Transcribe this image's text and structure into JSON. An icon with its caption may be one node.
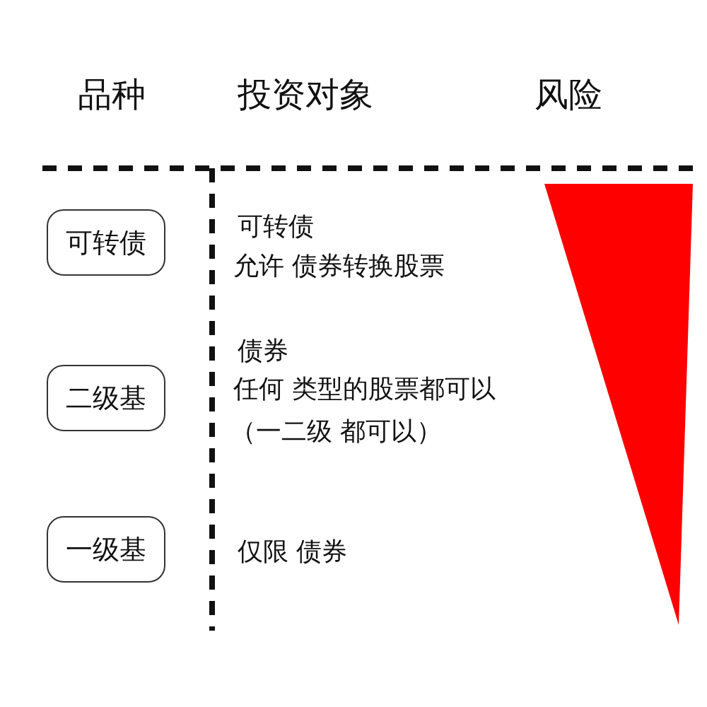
{
  "diagram": {
    "nodes": [
      {
        "text": [
          "可转债"
        ]
      },
      {
        "text": [
          "二级基"
        ]
      },
      {
        "text": [
          "一级基"
        ]
      }
    ],
    "edges": [],
    "labels": [
      "品种",
      "投资对象",
      "风险",
      "可转债",
      "允许 债券转换股票",
      "债券",
      "任何 类型的股票都可以",
      "（一二级 都可以）",
      "仅限 债券"
    ]
  }
}
